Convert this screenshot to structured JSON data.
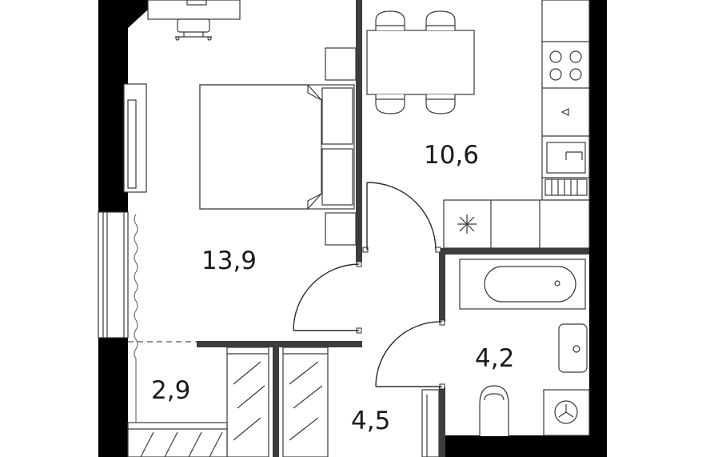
{
  "rooms": [
    {
      "id": "bedroom",
      "area": "13,9"
    },
    {
      "id": "kitchen",
      "area": "10,6"
    },
    {
      "id": "bathroom",
      "area": "4,2"
    },
    {
      "id": "hallway",
      "area": "4,5"
    },
    {
      "id": "wardrobe",
      "area": "2,9"
    }
  ],
  "colors": {
    "wall": "#000000",
    "partition": "#3d3d3d",
    "line": "#3a3a3a",
    "background": "#ffffff"
  }
}
